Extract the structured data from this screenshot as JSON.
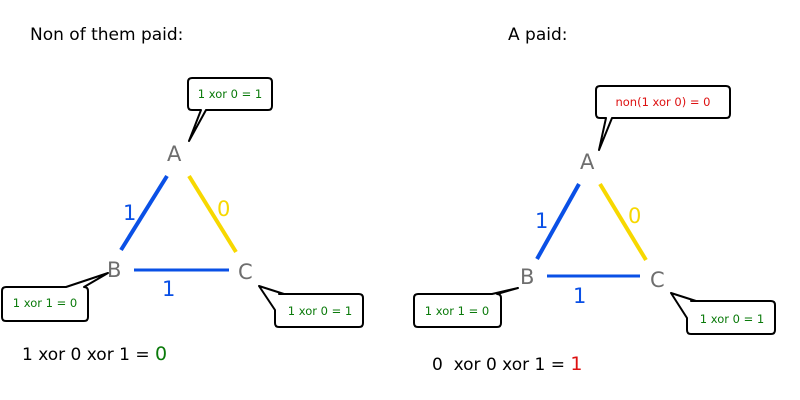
{
  "colors": {
    "blue": "#0a50e6",
    "yellow": "#f7d800",
    "node_gray": "#6e6e6e",
    "green": "#0a7a0a",
    "red": "#dd1111",
    "black": "#000000"
  },
  "left": {
    "title": "Non of them paid:",
    "nodes": {
      "a": "A",
      "b": "B",
      "c": "C"
    },
    "edges": {
      "ab": "1",
      "ac": "0",
      "bc": "1"
    },
    "bubbles": {
      "a": "1 xor 0 = 1",
      "b": "1 xor 1 = 0",
      "c": "1 xor 0 = 1"
    },
    "formula": {
      "expr": "1 xor 0 xor 1 = ",
      "result": "0"
    }
  },
  "right": {
    "title": "A paid:",
    "nodes": {
      "a": "A",
      "b": "B",
      "c": "C"
    },
    "edges": {
      "ab": "1",
      "ac": "0",
      "bc": "1"
    },
    "bubbles": {
      "a": "non(1 xor 0) = 0",
      "b": "1 xor 1 = 0",
      "c": "1 xor 0 = 1"
    },
    "formula": {
      "expr": "0  xor 0 xor 1 = ",
      "result": "1"
    }
  }
}
